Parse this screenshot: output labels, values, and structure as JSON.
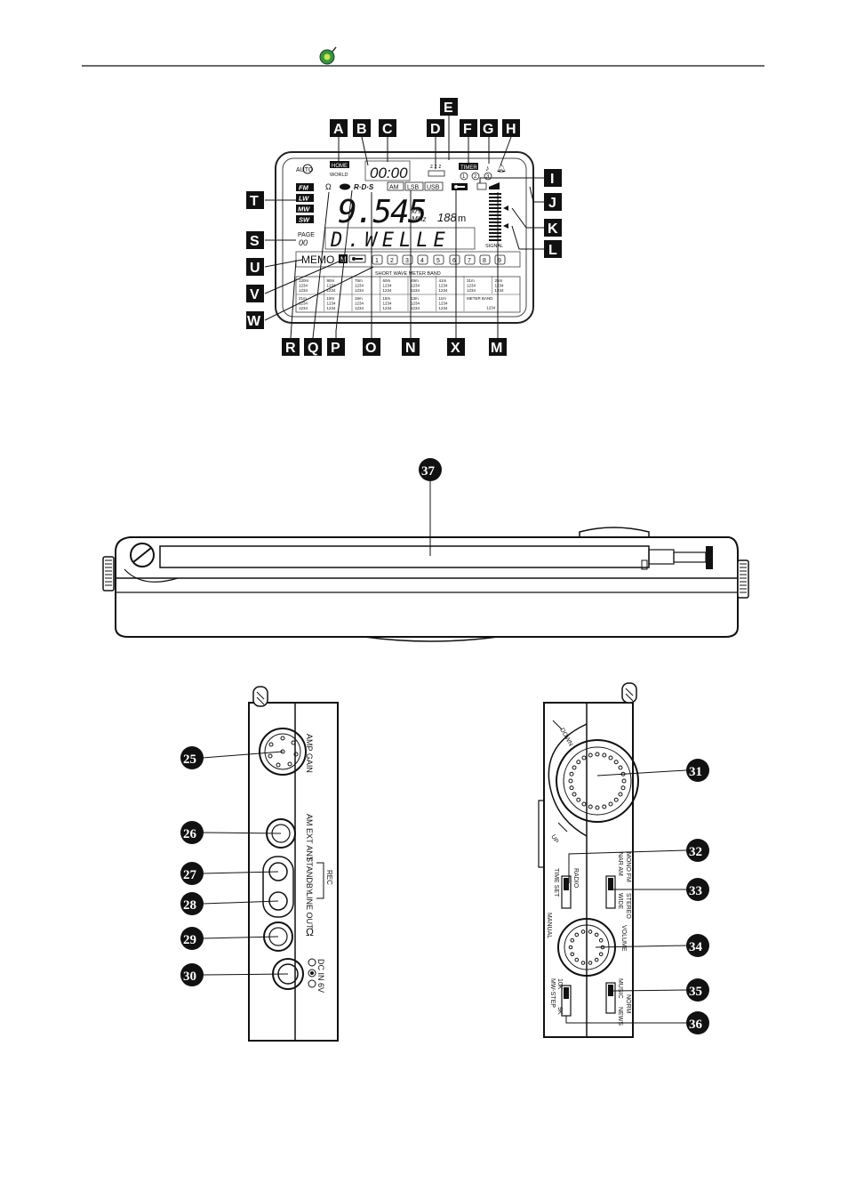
{
  "header": {
    "logo": "logo-icon"
  },
  "lcd": {
    "auto": "AUTO",
    "home": "HOME",
    "world": "WORLD",
    "time": "00:00",
    "timer": "TIMER",
    "timer_slots": [
      "1",
      "2",
      "3"
    ],
    "bands": [
      "FM",
      "LW",
      "MW",
      "SW"
    ],
    "rds": "R·D·S",
    "modes": [
      "AM",
      "LSB",
      "USB"
    ],
    "frequency": "9.545",
    "unit_khz": "kHz",
    "unit_mhz": "MHz",
    "meter": "188",
    "meter_unit": "m",
    "page_label": "PAGE",
    "page_value": "00",
    "station_name": "D.WELLE",
    "signal": "SIGNAL",
    "memo": "MEMO",
    "memo_m": "M",
    "presets": [
      "1",
      "2",
      "3",
      "4",
      "5",
      "6",
      "7",
      "8",
      "9"
    ],
    "band_table_title": "SHORT WAVE METER BAND",
    "band_row1": [
      "120m",
      "90m",
      "75m",
      "60m",
      "49m",
      "41m",
      "31m",
      "25m"
    ],
    "band_row2": [
      "21m",
      "19m",
      "16m",
      "15m",
      "13m",
      "11m",
      "METER BAND"
    ],
    "cell_value": "1234"
  },
  "lcd_callouts": {
    "top": [
      "A",
      "B",
      "C",
      "D",
      "E",
      "F",
      "G",
      "H"
    ],
    "right": [
      "I",
      "J",
      "K",
      "L"
    ],
    "left": [
      "T",
      "S",
      "U",
      "V",
      "W"
    ],
    "bottom": [
      "R",
      "Q",
      "P",
      "O",
      "N",
      "X",
      "M"
    ]
  },
  "top_view": {
    "callout": "37"
  },
  "left_side": {
    "callouts": [
      "25",
      "26",
      "27",
      "28",
      "29",
      "30"
    ],
    "labels": {
      "ampgain": "AMP GAIN",
      "amext": "AM EXT ANT",
      "standby": "STANDBY",
      "lineout": "LINE OUT",
      "rec": "REC",
      "dcin": "DC IN 6V"
    }
  },
  "right_side": {
    "callouts": [
      "31",
      "32",
      "33",
      "34",
      "35",
      "36"
    ],
    "labels": {
      "down": "DOWN",
      "up": "UP",
      "timeset": "TIME SET",
      "manual": "MANUAL",
      "radio": "RADIO",
      "nararm": "NAR AM",
      "monofm": "MONO FM",
      "wide": "WIDE",
      "stereo": "STEREO",
      "volume": "VOLUME",
      "mwstep": "MW-STEP",
      "s10k": "10K",
      "s9k": "9K",
      "music": "MUSIC",
      "news": "NEWS",
      "norm": "NORM"
    }
  }
}
